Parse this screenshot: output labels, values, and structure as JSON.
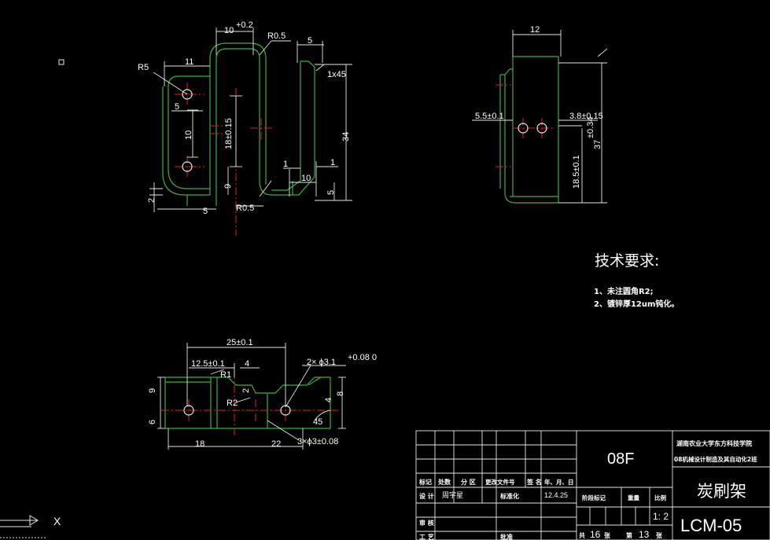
{
  "colors": {
    "background": "#000000",
    "outline": "#e8e8e8",
    "part": "#3fae3f",
    "centerline": "#e02020",
    "dimension": "#ffffff",
    "frame_border": "#d0d0d0"
  },
  "view_front": {
    "dims": {
      "d_10": "10",
      "d_10_tol": "+0.2",
      "d_r05_top": "R0.5",
      "d_5_top": "5",
      "d_11": "11",
      "d_r5": "R5",
      "d_1x45": "1x45",
      "d_5_left": "5",
      "d_10_v": "10",
      "d_18": "18±0.15",
      "d_34": "34",
      "d_1a": "1",
      "d_1b": "1",
      "d_10_b": "10",
      "d_9": "9",
      "d_5_r": "5",
      "d_2": "2",
      "d_5_bot": "5",
      "d_r05_bot": "R0.5"
    }
  },
  "view_side": {
    "dims": {
      "d_12": "12",
      "d_55": "5.5±0.1",
      "d_38": "3.8±0.15",
      "d_37": "37",
      "d_37_tol": "±0.34",
      "d_185": "18.5±0.1"
    }
  },
  "view_top": {
    "dims": {
      "d_25": "25±0.1",
      "d_125": "12.5±0.1",
      "d_4": "4",
      "d_r1": "R1",
      "d_hole2": "2×  ϕ3.1",
      "d_hole2_tol": "+0.08\n0",
      "d_9": "9",
      "d_r2": "R2",
      "d_2": "2",
      "d_6": "6",
      "d_4r": "4",
      "d_8": "8",
      "d_45": "45",
      "d_18": "18",
      "d_22": "22",
      "d_hole3": "3×ϕ3±0.08"
    }
  },
  "tech": {
    "title": "技术要求:",
    "req1": "1、未注圆角R2;",
    "req2": "2、镀锌厚12um钝化。"
  },
  "title_block": {
    "material": "08F",
    "org_line1": "湖南农业大学东方科技学院",
    "org_line2": "08机械设计制造及其自动化2班",
    "part_name": "炭刷架",
    "drawing_no": "LCM-05",
    "h_mark": "标记",
    "h_count": "处数",
    "h_zone": "分 区",
    "h_docno": "更改文件号",
    "h_sign": "签 名",
    "h_date": "年、月、日",
    "r_design": "设 计",
    "designer": "周宇星",
    "r_std": "标准化",
    "design_date": "12.4.25",
    "r_stage": "阶段标记",
    "r_weight": "重量",
    "r_scale": "比例",
    "scale": "1: 2",
    "r_review": "审 核",
    "r_process": "工 艺",
    "r_approve": "批准",
    "sheets_total_label": "共",
    "sheets_total": "16",
    "sheets_label": "张",
    "sheet_no_label": "第",
    "sheet_no": "13",
    "sheet_label": "张"
  },
  "ucs": {
    "x_label": "X"
  }
}
